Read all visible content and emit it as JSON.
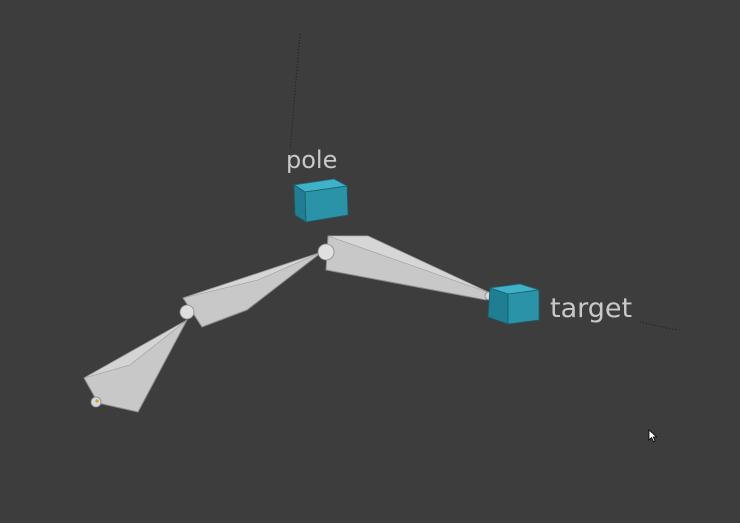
{
  "viewport": {
    "background_color": "#3d3d3d",
    "bone_color": "#c8c8c8",
    "bone_edge_color": "#8a8a8a",
    "controller_color": "#2a93a8",
    "label_color": "#c9c9c9",
    "relationship_line_color": "#1c1c1c"
  },
  "objects": {
    "pole": {
      "label": "pole",
      "icon": "cube-icon"
    },
    "target": {
      "label": "target",
      "icon": "cube-icon"
    }
  },
  "armature": {
    "bones": [
      "bone-1",
      "bone-2",
      "bone-3"
    ]
  },
  "cursor": {
    "icon": "mouse-pointer-icon"
  }
}
